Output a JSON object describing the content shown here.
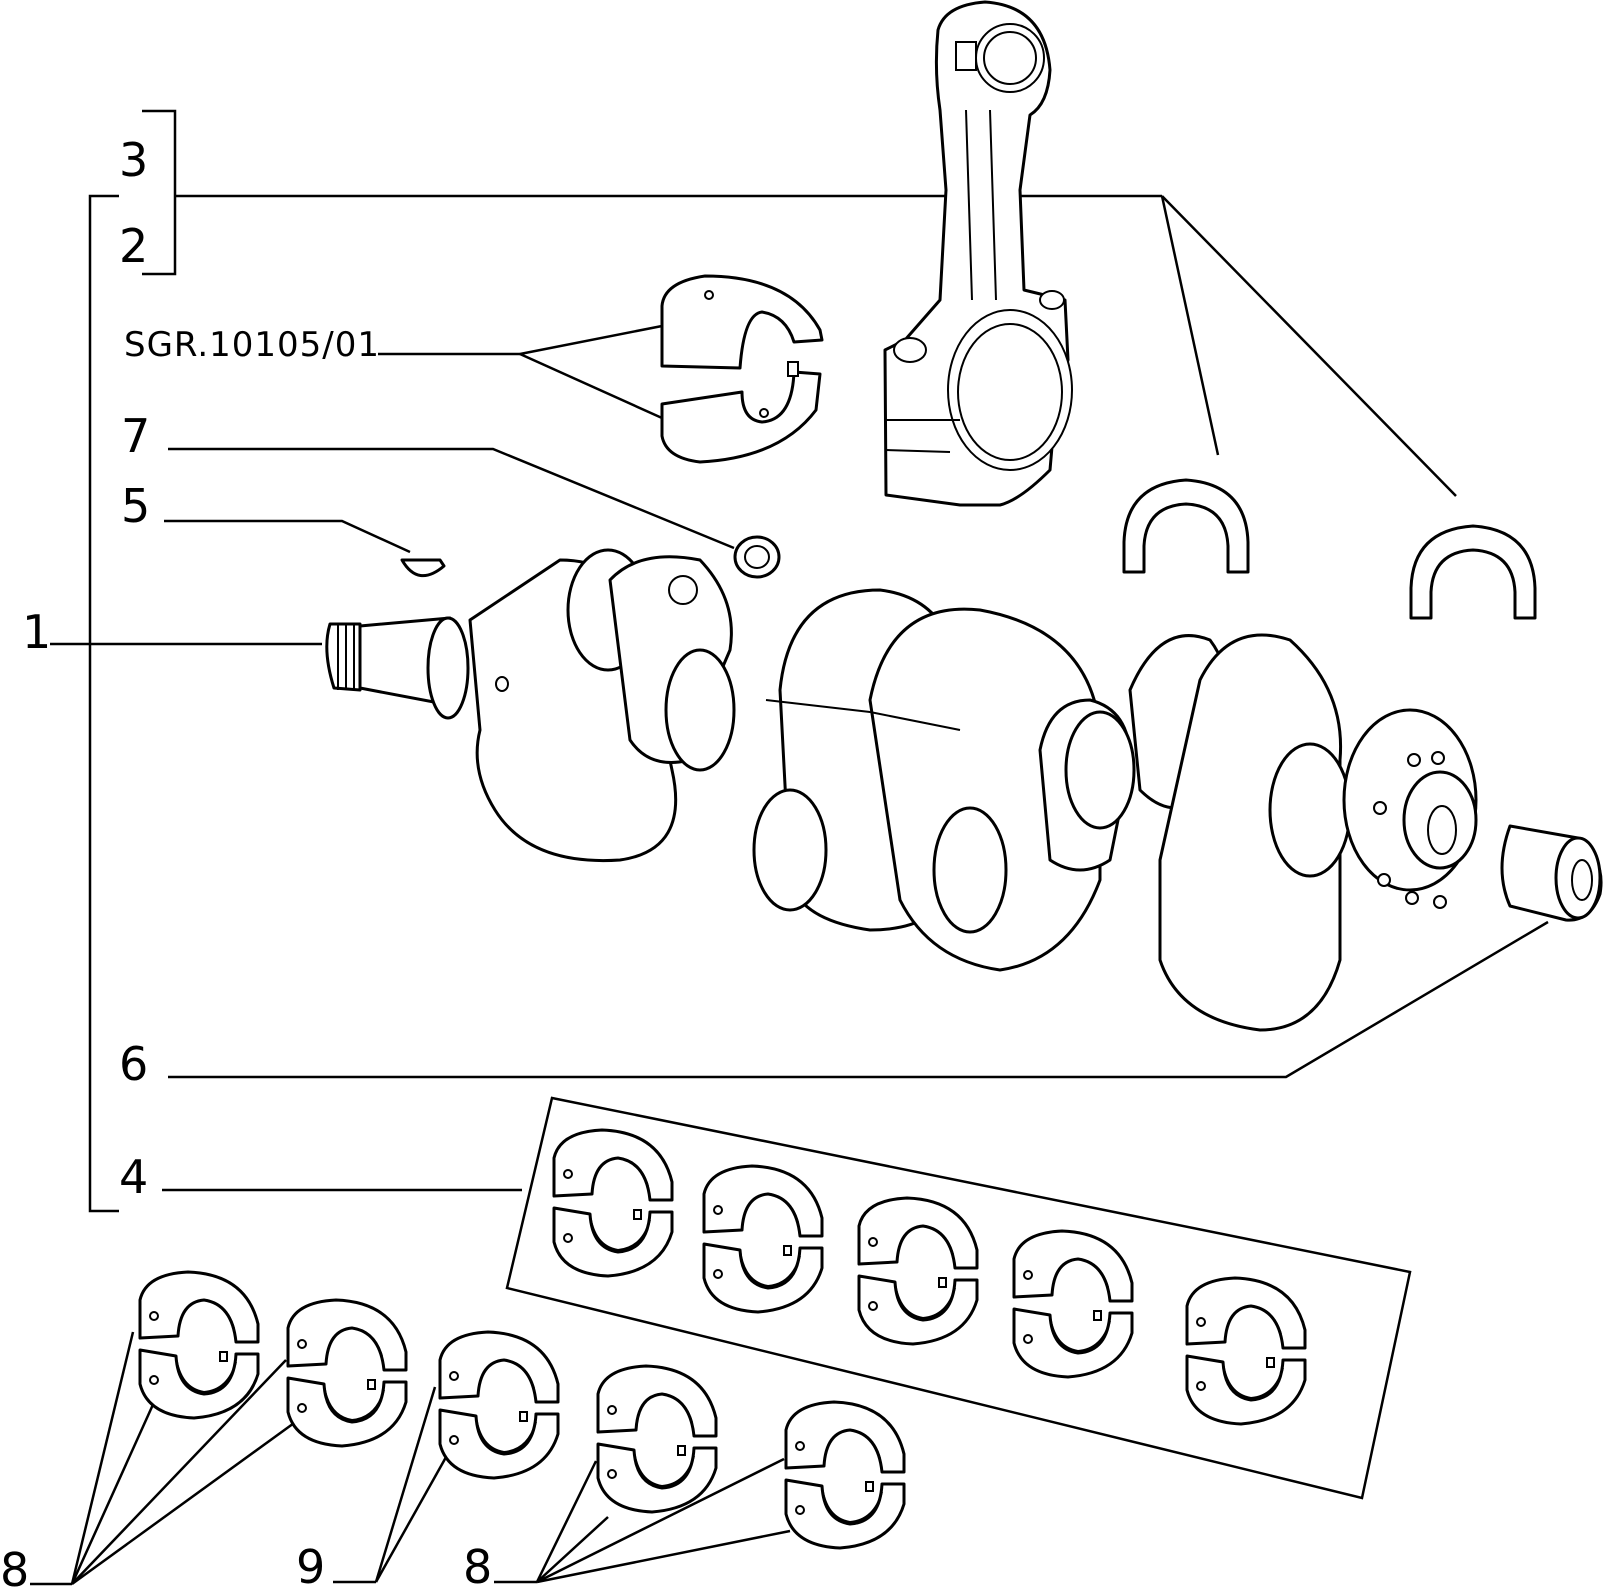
{
  "callouts": {
    "c1": "1",
    "c2": "2",
    "c3": "3",
    "c4": "4",
    "c5": "5",
    "c6": "6",
    "c7": "7",
    "c8a": "8",
    "c8b": "8",
    "c9": "9",
    "sgr": "SGR.10105/01"
  }
}
